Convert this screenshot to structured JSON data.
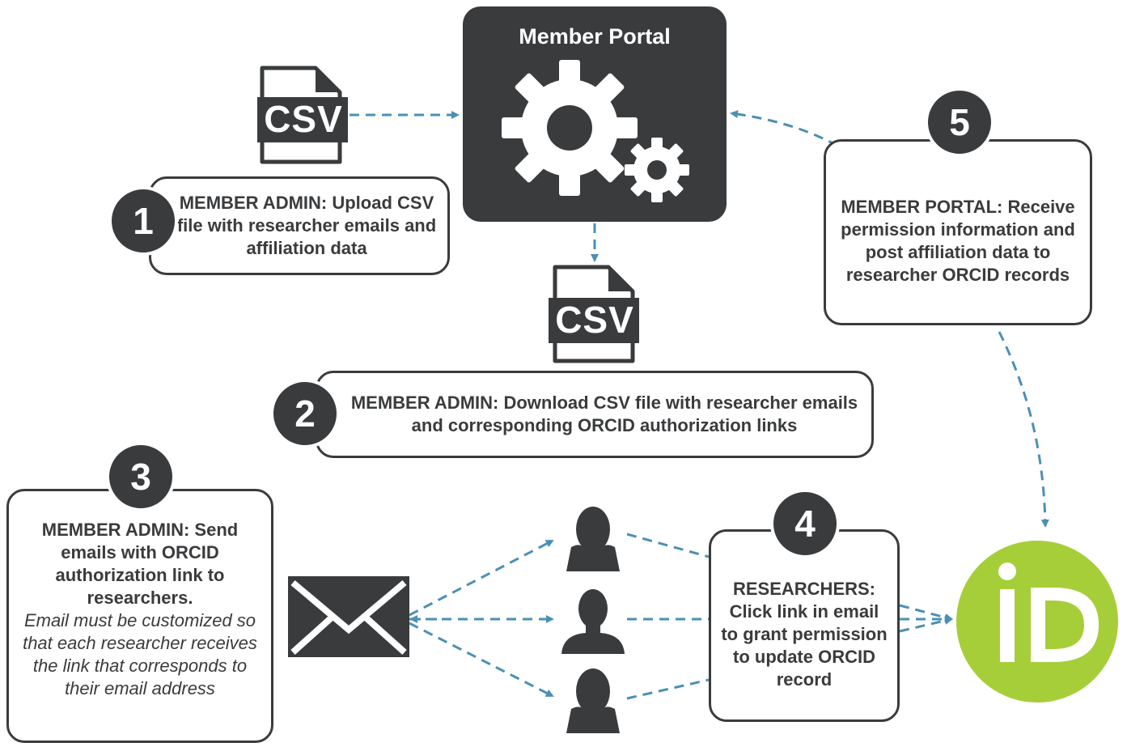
{
  "portal": {
    "title": "Member Portal"
  },
  "csv_top": {
    "label": "CSV"
  },
  "csv_mid": {
    "label": "CSV"
  },
  "steps": {
    "s1": {
      "number": "1",
      "text": "MEMBER ADMIN: Upload CSV file with researcher emails and affiliation data"
    },
    "s2": {
      "number": "2",
      "text": "MEMBER ADMIN: Download CSV file with researcher emails and corresponding ORCID authorization links"
    },
    "s3": {
      "number": "3",
      "text": "MEMBER ADMIN: Send emails with ORCID authorization link to researchers.",
      "note": "Email must be customized  so that each researcher receives the link that corresponds to their email address"
    },
    "s4": {
      "number": "4",
      "text": "RESEARCHERS: Click link in email to grant permission to update ORCID record"
    },
    "s5": {
      "number": "5",
      "text": "MEMBER PORTAL: Receive permission information and post affiliation data to researcher ORCID records"
    }
  },
  "orcid": {
    "label": "iD",
    "color": "#a6ce39"
  },
  "colors": {
    "dark": "#3a3b3d",
    "arrow": "#4a90b5",
    "orcid_green": "#a6ce39"
  },
  "icons": [
    "gear-icon",
    "csv-file-icon",
    "envelope-icon",
    "person-female-icon",
    "person-male-icon",
    "orcid-id-icon"
  ]
}
